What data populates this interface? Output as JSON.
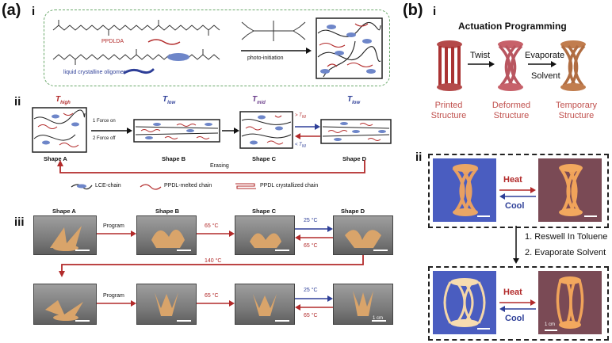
{
  "figure": {
    "panel_a": "(a)",
    "panel_b": "(b)",
    "sub_i": "i",
    "sub_ii": "ii",
    "sub_iii": "iii"
  },
  "a_i": {
    "ppdlda": "PPDLDA",
    "lc_oligomer": "liquid crystalline oligomer",
    "photo_initiation": "photo-initiation"
  },
  "a_ii": {
    "t_high": "T",
    "t_high_sub": "high",
    "t_low": "T",
    "t_low_sub": "low",
    "t_mid": "T",
    "t_mid_sub": "mid",
    "t_low2": "T",
    "t_low2_sub": "low",
    "force_on": "1 Force on",
    "force_off": "2 Force off",
    "gt_tni": "> T",
    "lt_tni": "< T",
    "ni_sub": "NI",
    "shape_a": "Shape A",
    "shape_b": "Shape B",
    "shape_c": "Shape C",
    "shape_d": "Shape D",
    "erasing": "Erasing",
    "legend_lce": "LCE-chain",
    "legend_melted": "PPDL-melted chain",
    "legend_cryst": "PPDL crystallized chain"
  },
  "a_iii": {
    "shape_a": "Shape A",
    "shape_b": "Shape B",
    "shape_c": "Shape C",
    "shape_d": "Shape D",
    "program1": "Program",
    "program2": "Program",
    "t65_1": "65 °C",
    "t65_2": "65 °C",
    "t25_1": "25 °C",
    "t65_3": "65 °C",
    "t25_2": "25 °C",
    "t65_4": "65 °C",
    "t140": "140 °C",
    "scale": "1 cm"
  },
  "b_i": {
    "title": "Actuation Programming",
    "twist": "Twist",
    "evaporate": "Evaporate",
    "solvent": "Solvent",
    "printed1": "Printed",
    "printed2": "Structure",
    "deformed1": "Deformed",
    "deformed2": "Structure",
    "temporary1": "Temporary",
    "temporary2": "Structure"
  },
  "b_ii": {
    "heat1": "Heat",
    "cool1": "Cool",
    "step1": "1. Reswell In Toluene",
    "step2": "2. Evaporate Solvent",
    "heat2": "Heat",
    "cool2": "Cool",
    "scale": "1 cm"
  },
  "colors": {
    "red": "#b22a2a",
    "blue": "#2e3f98",
    "green_dash": "#6aa86a"
  }
}
